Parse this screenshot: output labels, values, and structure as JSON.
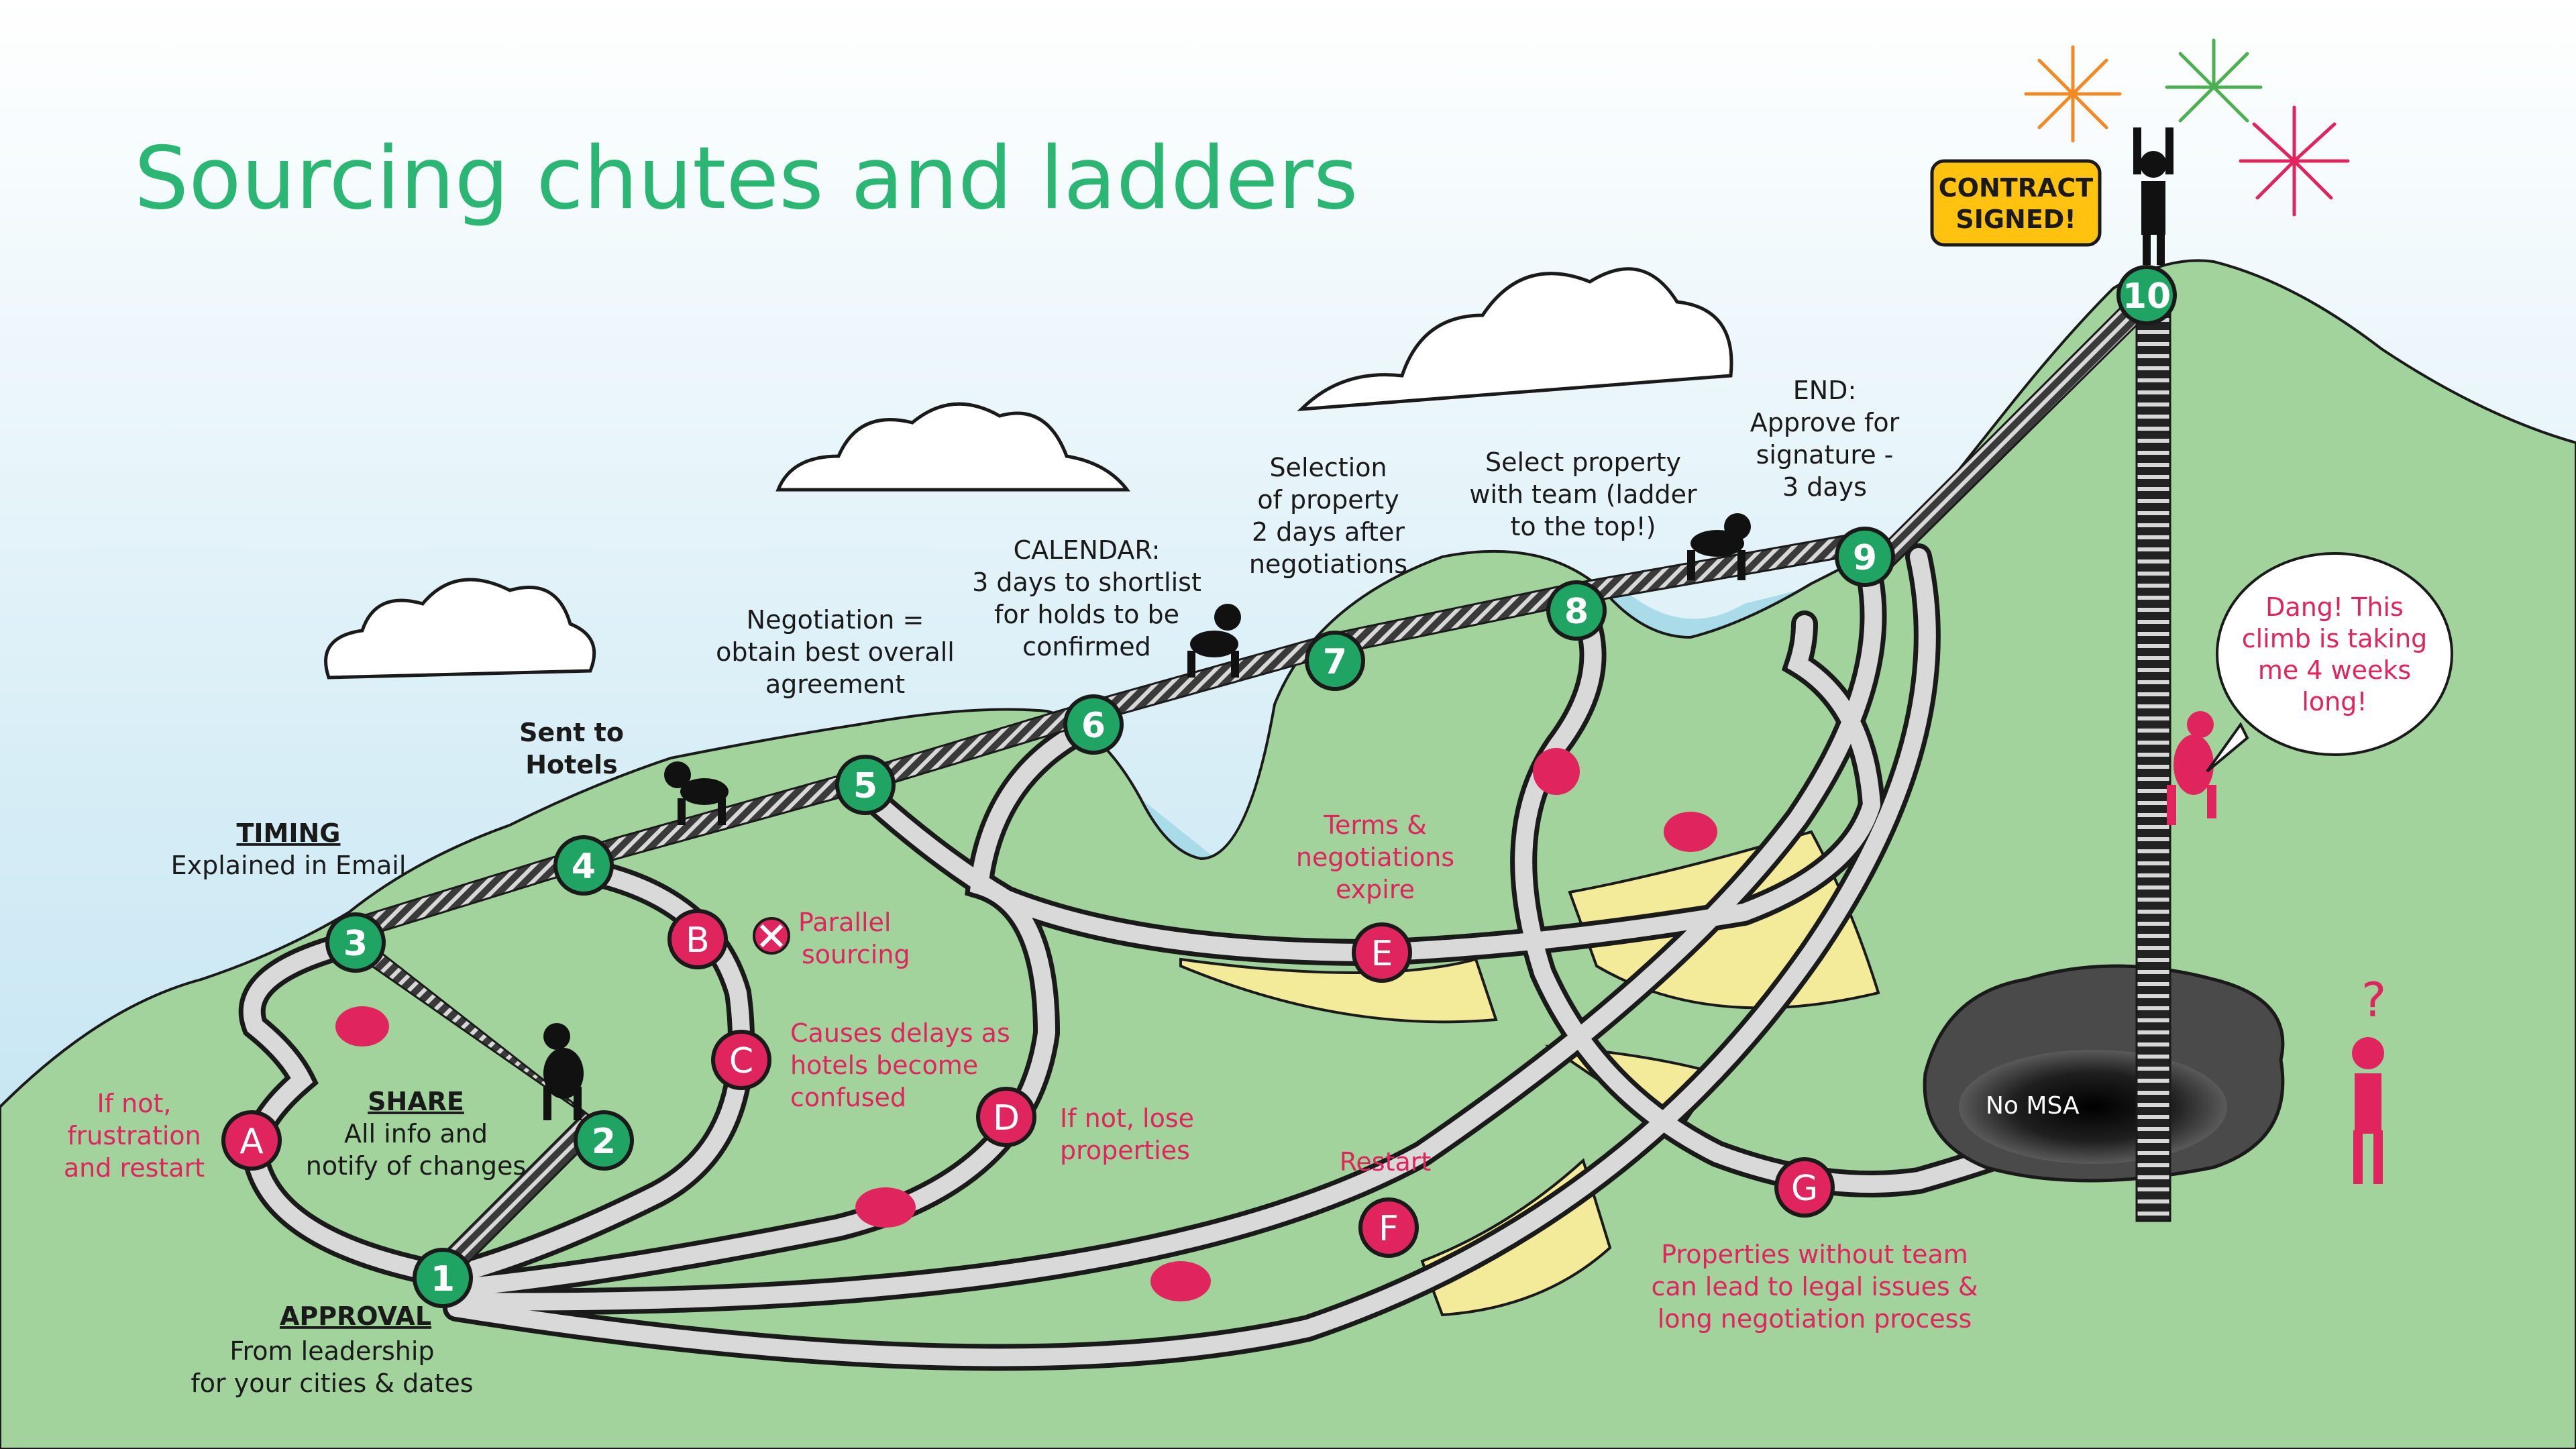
{
  "title": "Sourcing chutes and ladders",
  "colors": {
    "title": "#2bb673",
    "hill": "#a2d39c",
    "sky": "#cbe7f3",
    "water": "#a9dbe9",
    "green_node": "#1fa463",
    "red_node": "#e0245e",
    "chute": "#d9d9d9",
    "chute_shadow": "#f3ea9a",
    "badge": "#ffc20e"
  },
  "nodes": {
    "n1": "1",
    "n2": "2",
    "n3": "3",
    "n4": "4",
    "n5": "5",
    "n6": "6",
    "n7": "7",
    "n8": "8",
    "n9": "9",
    "n10": "10"
  },
  "letters": {
    "A": "A",
    "B": "B",
    "C": "C",
    "D": "D",
    "E": "E",
    "F": "F",
    "G": "G"
  },
  "labels": {
    "approval_heading": "APPROVAL",
    "approval_l1": "From leadership",
    "approval_l2": "for your cities & dates",
    "share_heading": "SHARE",
    "share_l1": "All info and",
    "share_l2": "notify of changes",
    "timing_heading": "TIMING",
    "timing_l1": "Explained in Email",
    "sent_l1": "Sent to",
    "sent_l2": "Hotels",
    "neg_l1": "Negotiation =",
    "neg_l2": "obtain best overall",
    "neg_l3": "agreement",
    "cal_l1": "CALENDAR:",
    "cal_l2": "3 days to shortlist",
    "cal_l3": "for holds to be",
    "cal_l4": "confirmed",
    "sel_l1": "Selection",
    "sel_l2": "of property",
    "sel_l3": "2 days after",
    "sel_l4": "negotiations",
    "team_l1": "Select property",
    "team_l2": "with team (ladder",
    "team_l3": "to the top!)",
    "end_l1": "END:",
    "end_l2": "Approve for",
    "end_l3": "signature -",
    "end_l4": "3 days",
    "badge_l1": "CONTRACT",
    "badge_l2": "SIGNED!",
    "no_msa": "No MSA"
  },
  "red_labels": {
    "a_l1": "If not,",
    "a_l2": "frustration",
    "a_l3": "and restart",
    "b_l1": "Parallel",
    "b_l2": "sourcing",
    "c_l1": "Causes delays as",
    "c_l2": "hotels become",
    "c_l3": "confused",
    "d_l1": "If not, lose",
    "d_l2": "properties",
    "e_l1": "Terms &",
    "e_l2": "negotiations",
    "e_l3": "expire",
    "f_l1": "Restart",
    "g_l1": "Properties  without team",
    "g_l2": "can lead to legal issues &",
    "g_l3": "long negotiation process",
    "bubble_l1": "Dang! This",
    "bubble_l2": "climb is taking",
    "bubble_l3": "me 4 weeks",
    "bubble_l4": "long!"
  }
}
